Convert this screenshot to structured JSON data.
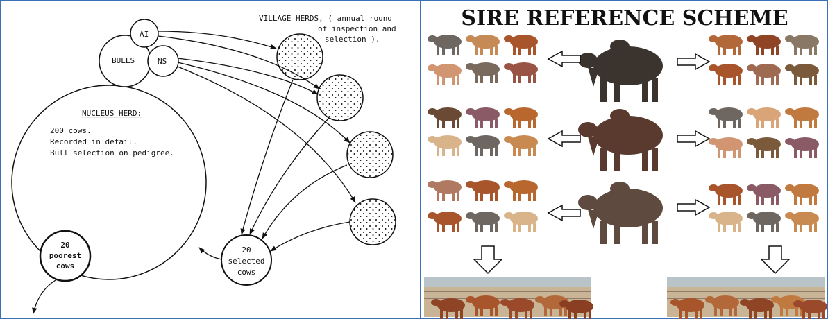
{
  "left_panel": {
    "bull_group_label": "BULLS",
    "ai_label": "AI",
    "ns_label": "NS",
    "village_herds_line1": "VILLAGE HERDS, ( annual round",
    "village_herds_line2": "of inspection and",
    "village_herds_line3": "selection ).",
    "nucleus_title": "NUCLEUS HERD:",
    "nucleus_line1": "200 cows.",
    "nucleus_line2": "Recorded in detail.",
    "nucleus_line3": "Bull selection on pedigree.",
    "poorest_line1": "20",
    "poorest_line2": "poorest",
    "poorest_line3": "cows",
    "selected_line1": "20",
    "selected_line2": "selected",
    "selected_line3": "cows"
  },
  "right_panel": {
    "title": "SIRE REFERENCE SCHEME"
  },
  "colors": {
    "border_blue": "#3b6fb6",
    "cattle_red": "#a8552c",
    "cattle_grey": "#6e6660",
    "bull_dark": "#3a332e",
    "yard_ground": "#c9b596"
  }
}
